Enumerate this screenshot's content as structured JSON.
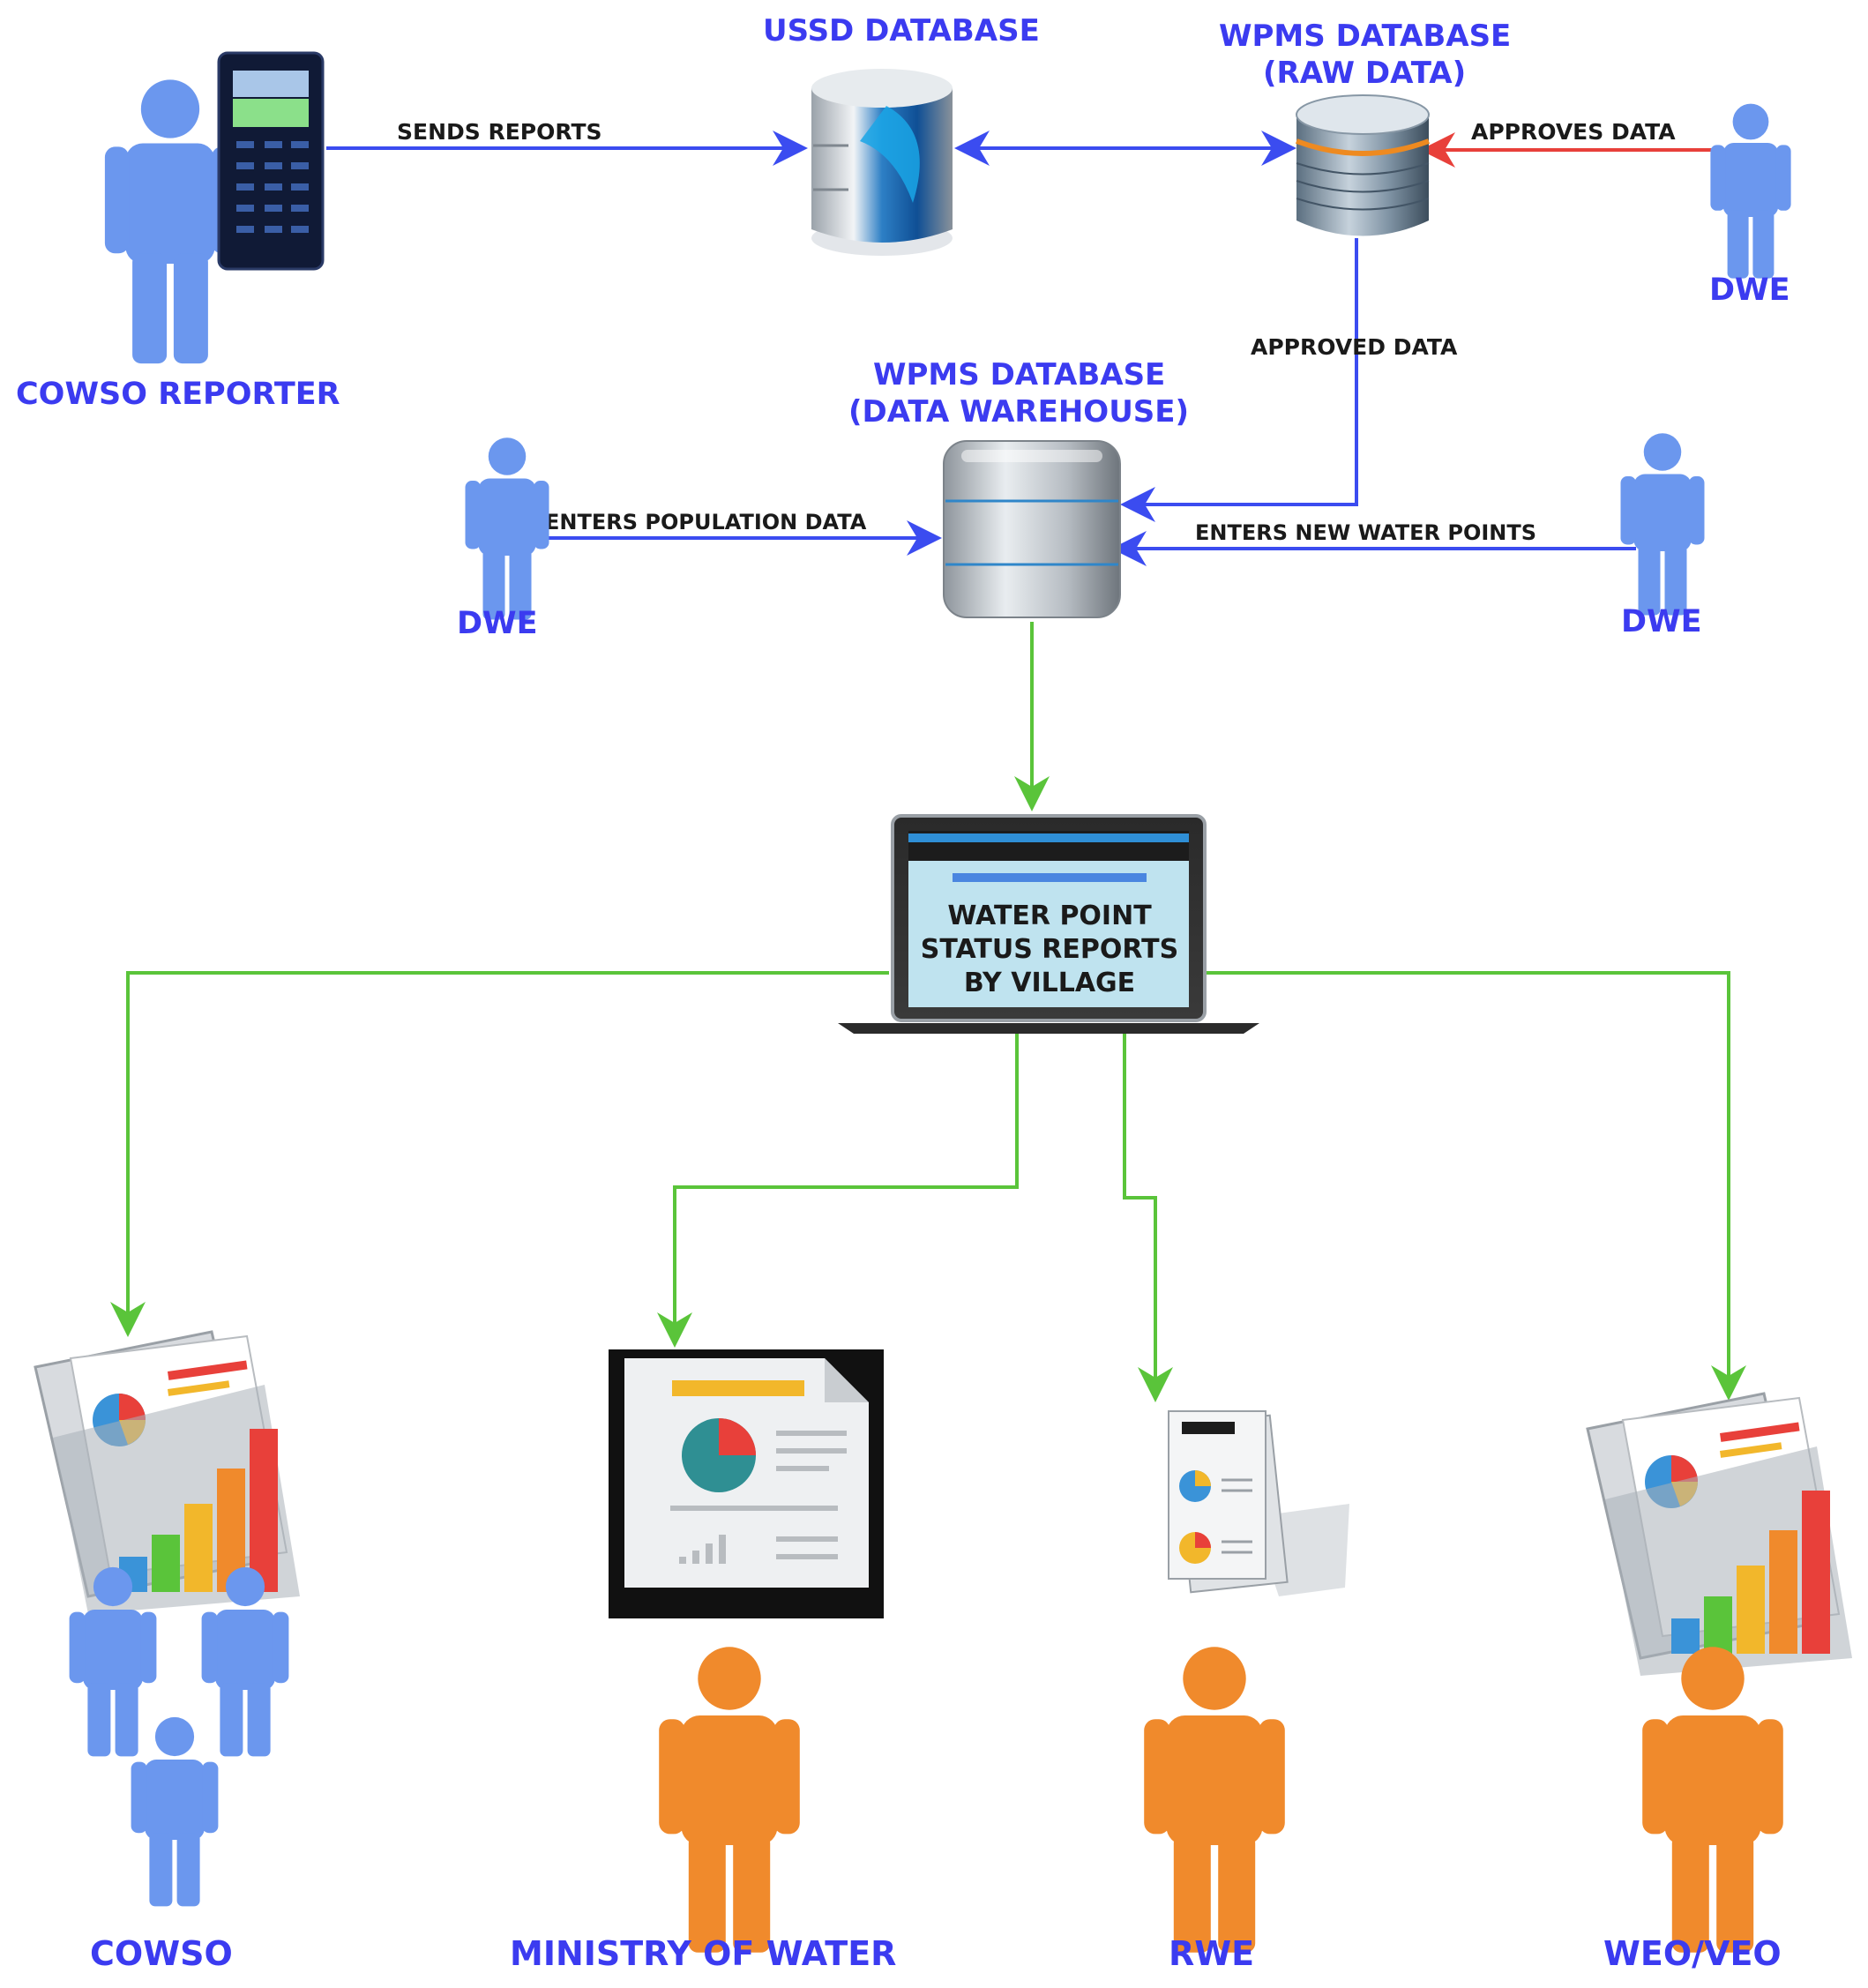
{
  "colors": {
    "label": "#3b3bf0",
    "blue_arrow": "#3b4cf0",
    "red_arrow": "#e8403a",
    "green_arrow": "#5ac43a",
    "person_blue": "#6b97ee",
    "person_orange": "#f08a2c"
  },
  "nodes": {
    "ussd_db": "USSD DATABASE",
    "wpms_raw_line1": "WPMS DATABASE",
    "wpms_raw_line2": "(RAW DATA)",
    "wpms_dw_line1": "WPMS DATABASE",
    "wpms_dw_line2": "(DATA WAREHOUSE)",
    "laptop_line1": "WATER POINT",
    "laptop_line2": "STATUS REPORTS",
    "laptop_line3": "BY VILLAGE"
  },
  "actors": {
    "cowso_reporter": "COWSO REPORTER",
    "dwe_top": "DWE",
    "dwe_left": "DWE",
    "dwe_right": "DWE",
    "cowso": "COWSO",
    "ministry": "MINISTRY OF WATER",
    "rwe": "RWE",
    "weo_veo": "WEO/VEO"
  },
  "flows": {
    "sends_reports": "SENDS REPORTS",
    "approves_data": "APPROVES DATA",
    "approved_data": "APPROVED DATA",
    "enters_population": "ENTERS POPULATION DATA",
    "enters_water_points": "ENTERS NEW WATER POINTS"
  },
  "icons": [
    "person-icon",
    "phone-icon",
    "database-icon",
    "laptop-icon",
    "report-folder-icon",
    "report-document-icon",
    "report-stack-icon"
  ]
}
